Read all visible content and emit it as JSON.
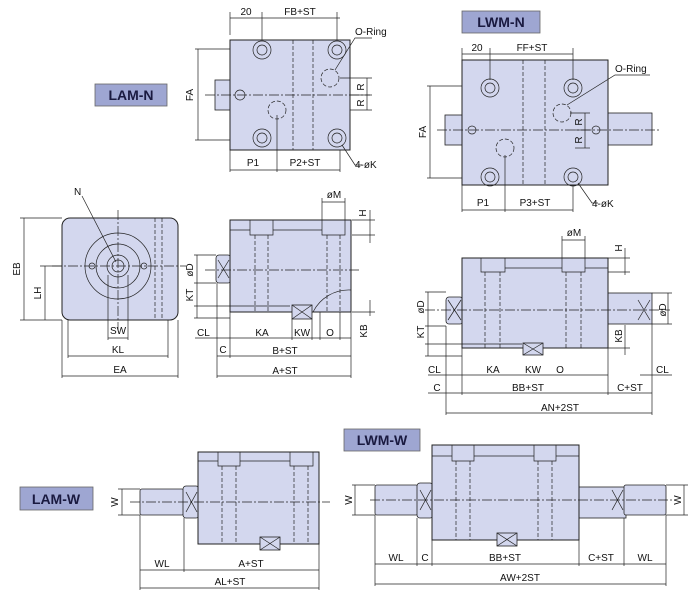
{
  "models": {
    "lam_n": "LAM-N",
    "lwm_n": "LWM-N",
    "lam_w": "LAM-W",
    "lwm_w": "LWM-W"
  },
  "lam_n_top": {
    "d20": "20",
    "fb": "FB+ST",
    "oring": "O-Ring",
    "fa": "FA",
    "r1": "R",
    "r2": "R",
    "p1": "P1",
    "p2": "P2+ST",
    "k": "4-øK"
  },
  "lwm_n_top": {
    "d20": "20",
    "ff": "FF+ST",
    "oring": "O-Ring",
    "fa": "FA",
    "r1": "R",
    "r2": "R",
    "p1": "P1",
    "p3": "P3+ST",
    "k": "4-øK"
  },
  "lam_n_end": {
    "n": "N",
    "eb": "EB",
    "lh": "LH",
    "sw": "SW",
    "kl": "KL",
    "ea": "EA"
  },
  "lam_n_side": {
    "m": "øM",
    "h": "H",
    "d": "øD",
    "kt": "KT",
    "cl": "CL",
    "c": "C",
    "ka": "KA",
    "kw": "KW",
    "o": "O",
    "kb": "KB",
    "b": "B+ST",
    "a": "A+ST"
  },
  "lwm_n_side": {
    "m": "øM",
    "h": "H",
    "d1": "øD",
    "d2": "øD",
    "kt": "KT",
    "kb": "KB",
    "cl1": "CL",
    "ka": "KA",
    "kw": "KW",
    "o": "O",
    "cl2": "CL",
    "c": "C",
    "bb": "BB+ST",
    "cst": "C+ST",
    "an": "AN+2ST"
  },
  "lam_w": {
    "w": "W",
    "wl": "WL",
    "a": "A+ST",
    "al": "AL+ST"
  },
  "lwm_w": {
    "w1": "W",
    "w2": "W",
    "wl1": "WL",
    "c": "C",
    "bb": "BB+ST",
    "cst": "C+ST",
    "wl2": "WL",
    "aw": "AW+2ST"
  }
}
